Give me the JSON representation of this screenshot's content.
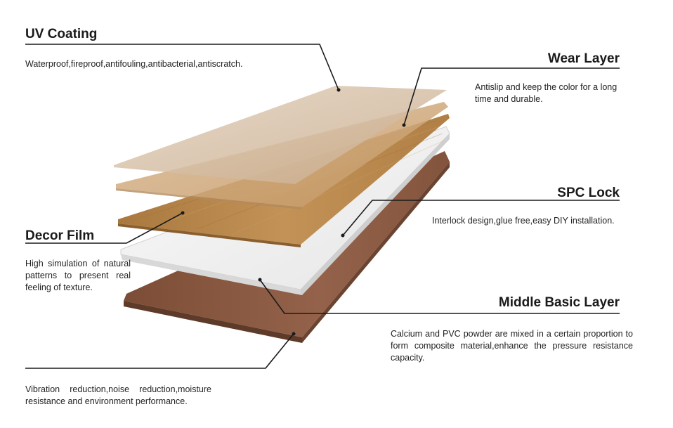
{
  "layers": {
    "uv_coating": {
      "title": "UV Coating",
      "description": "Waterproof,fireproof,antifouling,antibacterial,antiscratch."
    },
    "wear_layer": {
      "title": "Wear  Layer",
      "description": "Antislip and keep the color for a long time and durable."
    },
    "spc_lock": {
      "title": "SPC Lock",
      "description": "Interlock design,glue free,easy DIY installation."
    },
    "decor_film": {
      "title": "Decor Film",
      "description": "High simulation of natural patterns to present real feeling of texture."
    },
    "middle_basic_layer": {
      "title": "Middle Basic Layer",
      "description": "Calcium and PVC powder are mixed in a certain proportion to form composite material,enhance the pressure resistance capacity."
    },
    "bottom_layer": {
      "title": "",
      "description": "Vibration reduction,noise reduction,moisture resistance and environment performance."
    }
  },
  "colors": {
    "uv_coating": "#d2bca4",
    "wear_layer": "#c9a57a",
    "decor_film": "#b8874b",
    "middle_basic_layer": "#f3f3f3",
    "bottom_layer": "#8a5a42",
    "leader_lines": "#1a1a1a"
  }
}
